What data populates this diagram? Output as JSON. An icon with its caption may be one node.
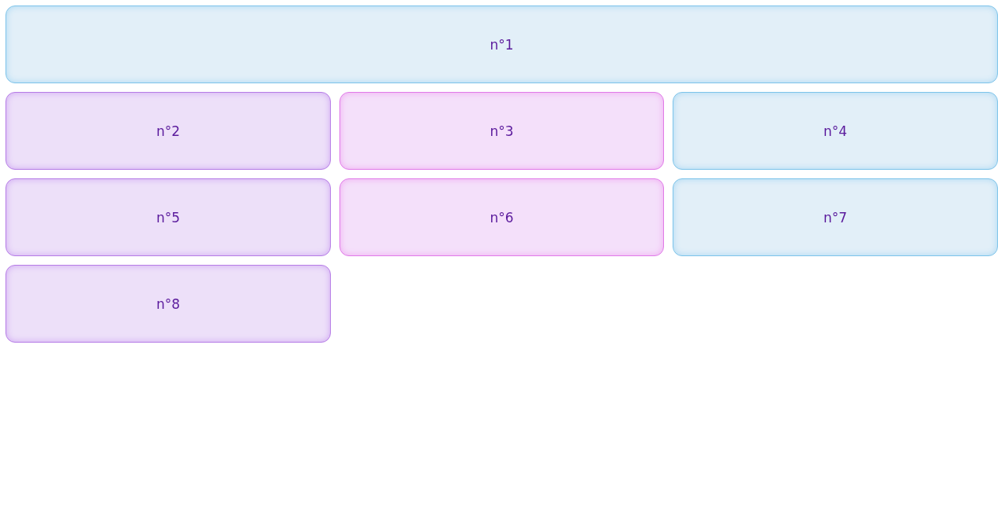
{
  "diagram": {
    "nodes": [
      {
        "text": [
          "n°1"
        ]
      },
      {
        "text": [
          "n°2"
        ]
      },
      {
        "text": [
          "n°3"
        ]
      },
      {
        "text": [
          "n°4"
        ]
      },
      {
        "text": [
          "n°5"
        ]
      },
      {
        "text": [
          "n°6"
        ]
      },
      {
        "text": [
          "n°7"
        ]
      },
      {
        "text": [
          "n°8"
        ]
      }
    ]
  }
}
